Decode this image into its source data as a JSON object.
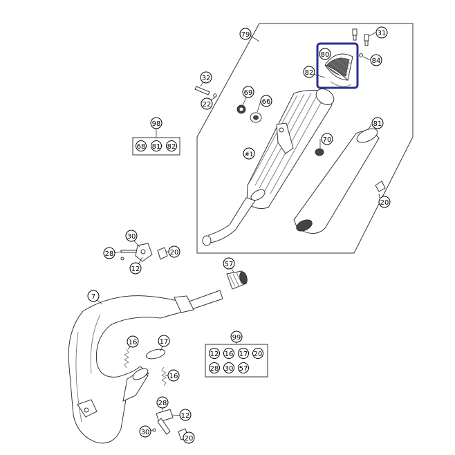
{
  "diagram": {
    "highlight_color": "#2b2f8f",
    "callouts": {
      "c79": "79",
      "c31": "31",
      "c80": "80",
      "c84": "84",
      "c82": "82",
      "c32": "32",
      "c22": "22",
      "c69": "69",
      "c66": "66",
      "c81": "81",
      "c98": "98",
      "c70": "70",
      "c1": "#1",
      "c20a": "20",
      "c30a": "30",
      "c28a": "28",
      "c20b": "20",
      "c12a": "12",
      "c57": "57",
      "c7": "7",
      "c16a": "16",
      "c17": "17",
      "c99": "99",
      "c16b": "16",
      "c28b": "28",
      "c12b": "12",
      "c30b": "30",
      "c20c": "20"
    },
    "kit98": [
      "68",
      "81",
      "82"
    ],
    "kit99_row1": [
      "12",
      "16",
      "17",
      "20"
    ],
    "kit99_row2": [
      "28",
      "30",
      "57"
    ]
  }
}
